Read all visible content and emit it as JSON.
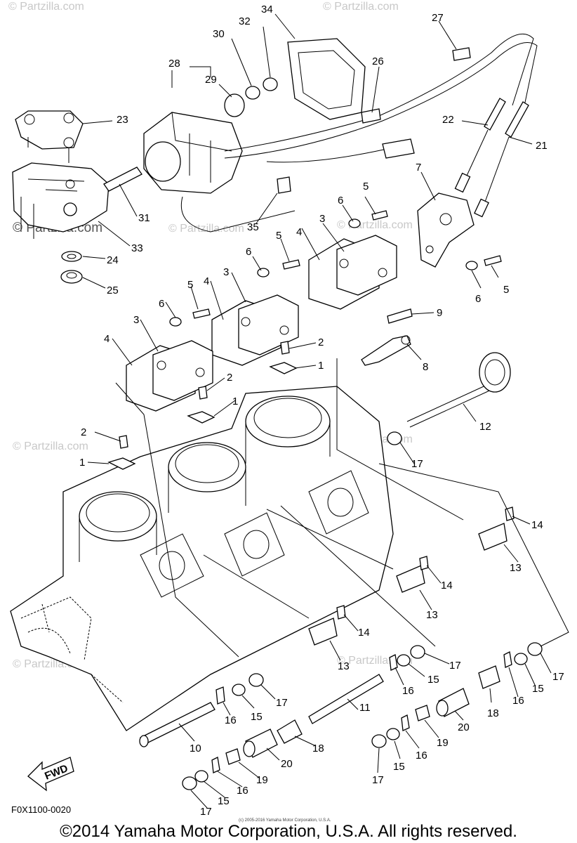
{
  "watermarks": [
    "© Partzilla.com",
    "© Partzilla.com",
    "© Partzilla.com",
    "© Partzilla.com",
    "© Partzilla.com",
    "© Partzilla.com",
    "© Partzilla.com",
    "© Partzilla.com"
  ],
  "watermark_big": "© Partzilla.com",
  "fwd_label": "FWD",
  "diagram_code": "F0X1100-0020",
  "tiny_notice": "(c) 2005-2016 Yamaha Motor Corporation, U.S.A.",
  "copyright": "©2014 Yamaha Motor Corporation, U.S.A. All rights reserved.",
  "callouts": [
    "34",
    "32",
    "30",
    "28",
    "29",
    "27",
    "26",
    "23",
    "22",
    "21",
    "7",
    "31",
    "5",
    "6",
    "35",
    "33",
    "3",
    "4",
    "24",
    "25",
    "9",
    "8",
    "2",
    "1",
    "12",
    "17",
    "14",
    "13",
    "15",
    "16",
    "10",
    "11",
    "18",
    "19",
    "20"
  ]
}
